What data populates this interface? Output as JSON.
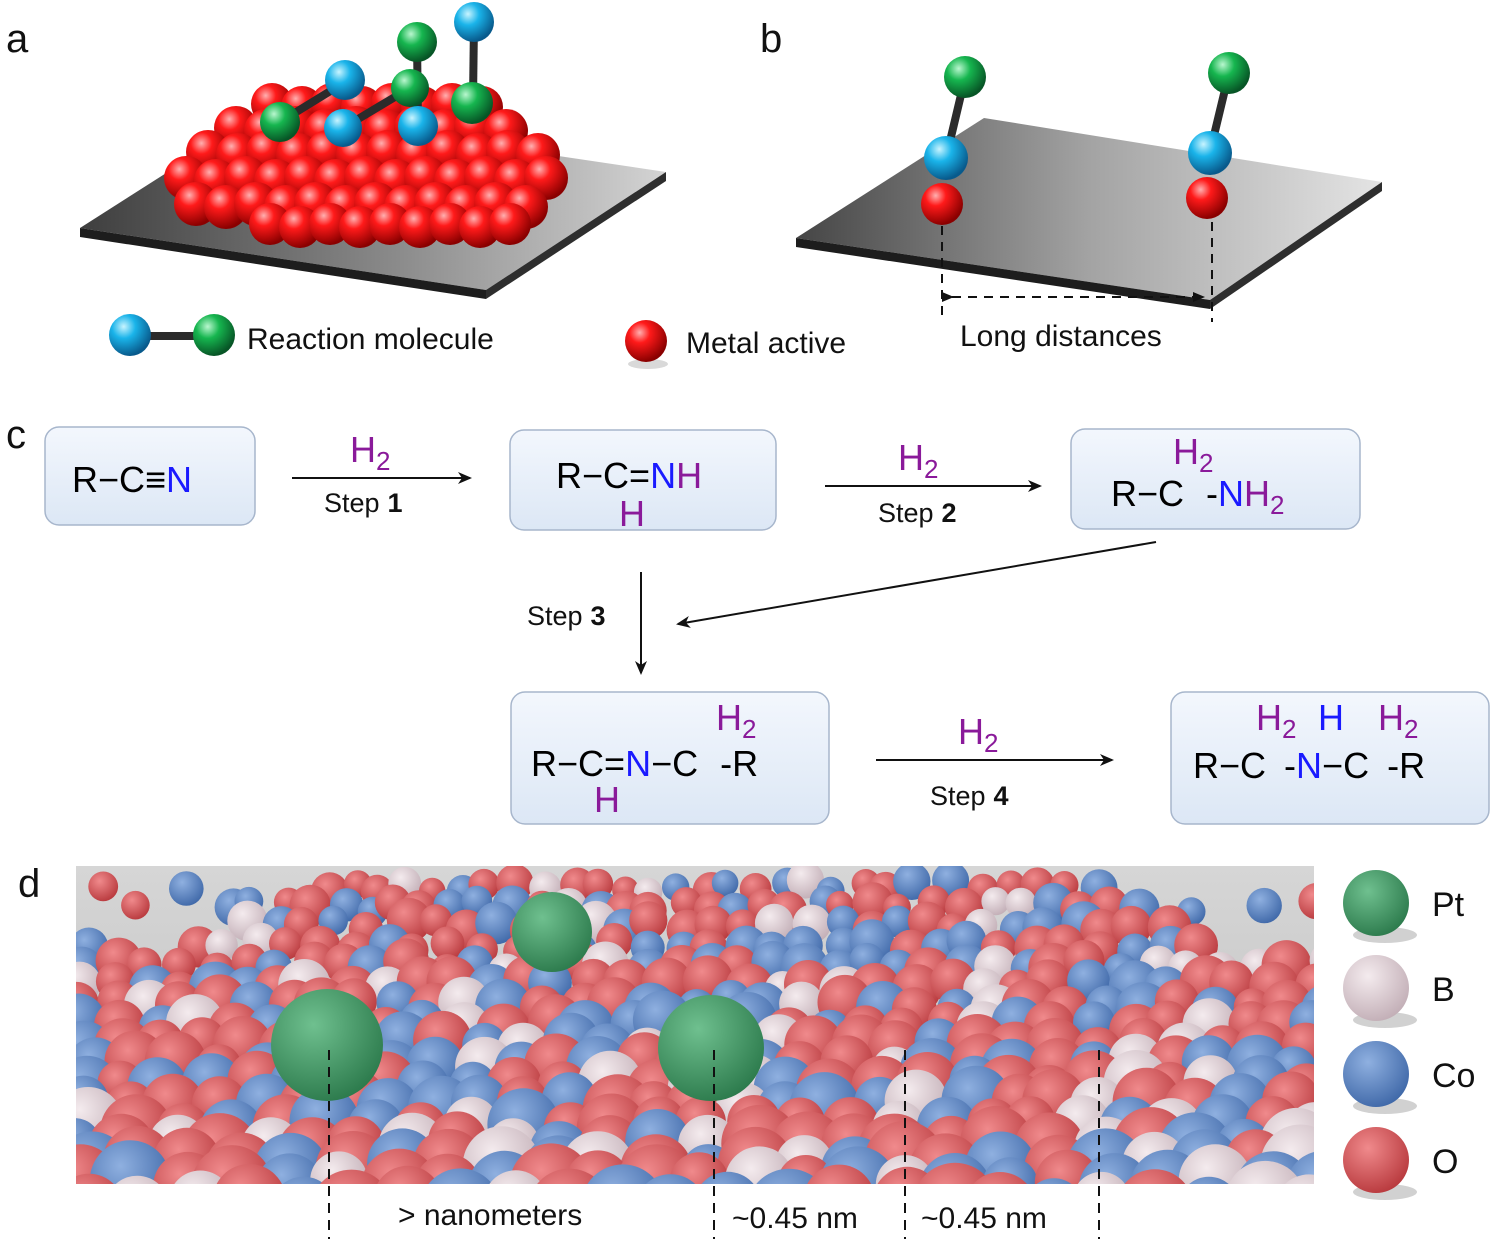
{
  "panels": {
    "a": "a",
    "b": "b",
    "c": "c",
    "d": "d"
  },
  "legend_top": {
    "reaction_molecule": "Reaction molecule",
    "metal_active": "Metal active",
    "long_distances": "Long distances"
  },
  "scheme": {
    "h2": "H",
    "sub2": "2",
    "step_word": "Step",
    "step_numbers": [
      "1",
      "2",
      "3",
      "4"
    ],
    "atoms": {
      "R": "R",
      "C": "C",
      "N": "N",
      "H": "H"
    },
    "bonds": {
      "single": "−",
      "double": "=",
      "triple": "≡",
      "dash": "-"
    },
    "colors": {
      "nitrogen": "#1a1aff",
      "hydrogen": "#8a1a9a",
      "carbon": "#111111"
    }
  },
  "legend_d": {
    "items": [
      {
        "label": "Pt",
        "color": "#3f9a66"
      },
      {
        "label": "B",
        "color": "#dcc8cf"
      },
      {
        "label": "Co",
        "color": "#5f86c4"
      },
      {
        "label": "O",
        "color": "#d9575b"
      }
    ]
  },
  "distances": {
    "far": "> nanometers",
    "near1": "~0.45 nm",
    "near2": "~0.45 nm"
  }
}
